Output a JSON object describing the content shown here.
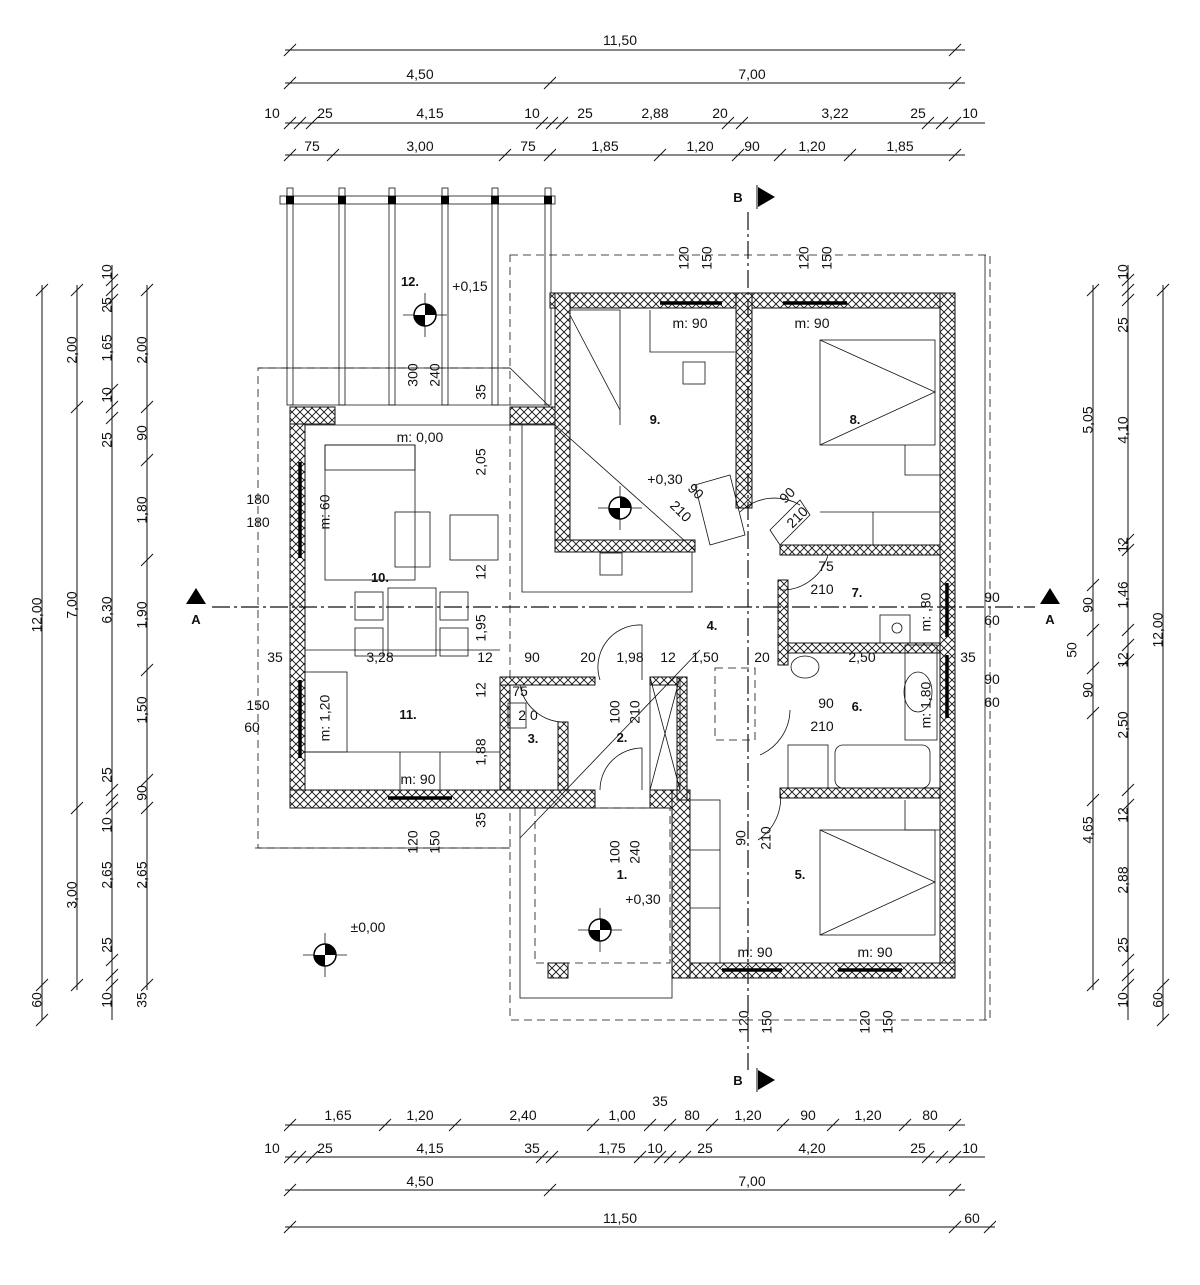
{
  "top_dims": [
    "11,50",
    "4,50",
    "7,00",
    "10",
    "25",
    "4,15",
    "10",
    "25",
    "2,88",
    "20",
    "3,22",
    "25",
    "10",
    "75",
    "3,00",
    "75",
    "1,85",
    "1,20",
    "90",
    "1,20",
    "1,85"
  ],
  "bottom_dims": [
    "1,65",
    "1,20",
    "2,40",
    "1,00",
    "35",
    "80",
    "1,20",
    "90",
    "1,20",
    "80",
    "10",
    "25",
    "4,15",
    "35",
    "1,75",
    "10",
    "25",
    "4,20",
    "25",
    "10",
    "4,50",
    "7,00",
    "11,50",
    "60"
  ],
  "left_dims": [
    "12,00",
    "60",
    "2,00",
    "7,00",
    "3,00",
    "10",
    "25",
    "1,65",
    "10",
    "25",
    "6,30",
    "25",
    "10",
    "2,65",
    "25",
    "10",
    "2,00",
    "90",
    "1,80",
    "1,90",
    "1,50",
    "90",
    "2,65",
    "35"
  ],
  "right_dims": [
    "5,05",
    "90",
    "50",
    "90",
    "4,65",
    "10",
    "25",
    "4,10",
    "12",
    "1,46",
    "12",
    "2,50",
    "12",
    "2,88",
    "25",
    "10",
    "12,00",
    "60"
  ],
  "rooms": [
    "12.",
    "+0,15",
    "9.",
    "8.",
    "+0,30",
    "10.",
    "7.",
    "4.",
    "11.",
    "3.",
    "2.",
    "6.",
    "5.",
    "1.",
    "+0,30",
    "±0,00"
  ],
  "notes": [
    "m: 90",
    "m: 90",
    "m: 0,00",
    "m: 60",
    "3,28",
    "m: 1,20",
    "m: 90",
    "m: 90",
    "m: 90",
    "m: ,80",
    "m: 1,80",
    "120",
    "150",
    "120",
    "150",
    "120",
    "150",
    "120",
    "150",
    "120",
    "150",
    "300",
    "240",
    "35",
    "2,05",
    "12",
    "1,95",
    "12",
    "1,88",
    "35",
    "180",
    "180",
    "150",
    "60",
    "35",
    "12",
    "90",
    "20",
    "1,98",
    "12",
    "1,50",
    "20",
    "2,50",
    "35",
    "75",
    "2 0",
    "100",
    "210",
    "75",
    "210",
    "90",
    "210",
    "90",
    "60",
    "90",
    "60",
    "90",
    "210",
    "90",
    "210",
    "100",
    "240",
    "90",
    "210"
  ],
  "section_marks": [
    "A",
    "A",
    "B",
    "B"
  ]
}
